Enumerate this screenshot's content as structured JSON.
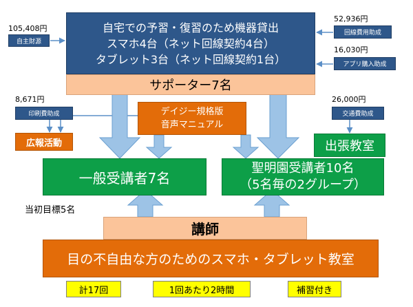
{
  "top": {
    "title_line1": "自宅での予習・復習のため機器貸出",
    "title_line2": "スマホ4台（ネット回線契約4台）",
    "title_line3": "タブレット3台（ネット回線契約1台）",
    "supporter": "サポーター7名"
  },
  "funding": {
    "self_amount": "105,408円",
    "self_label": "自主財源",
    "line_amount": "52,936円",
    "line_label": "回線費用助成",
    "app_amount": "16,030円",
    "app_label": "アプリ購入助成",
    "print_amount": "8,671円",
    "print_label": "印刷費助成",
    "transport_amount": "26,000円",
    "transport_label": "交通費助成"
  },
  "boxes": {
    "daisy_line1": "デイジー規格版",
    "daisy_line2": "音声マニュアル",
    "pr": "広報活動",
    "outreach": "出張教室",
    "general": "一般受講者7名",
    "seimei_line1": "聖明園受講者10名",
    "seimei_line2": "（5名毎の2グループ）",
    "initial_target": "当初目標5名",
    "instructor": "講師",
    "classroom": "目の不自由な方のためのスマホ・タブレット教室"
  },
  "footer": {
    "sessions": "計17回",
    "duration": "1回あたり2時間",
    "supplementary": "補習付き"
  }
}
